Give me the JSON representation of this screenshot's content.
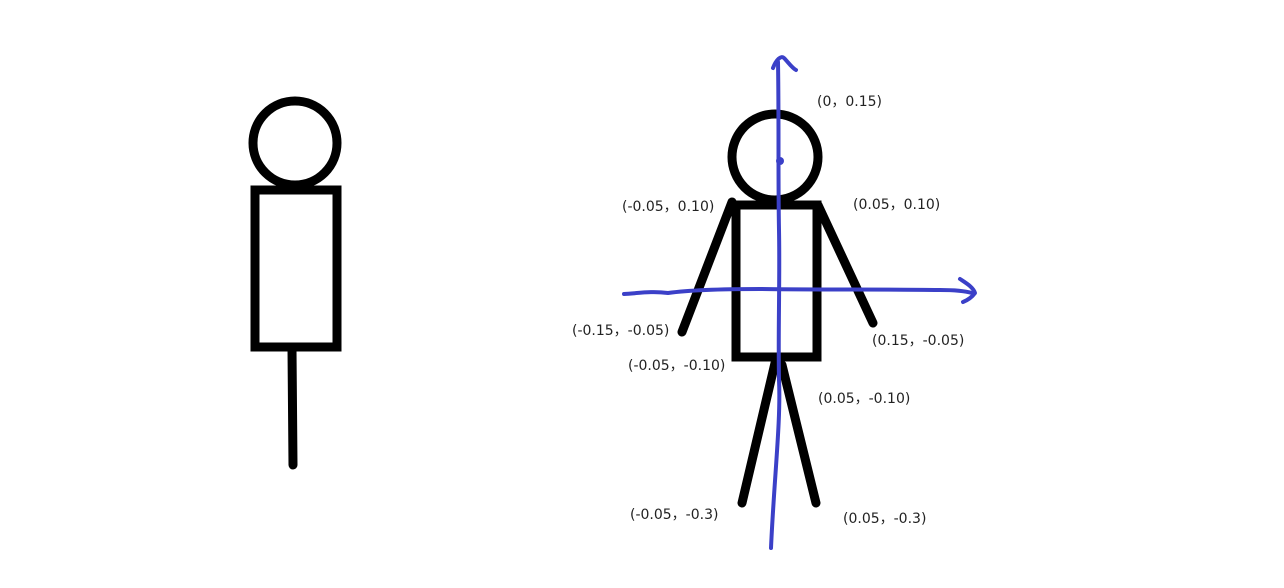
{
  "colors": {
    "figure_stroke": "#000000",
    "axis_stroke": "#3b40c8",
    "label_text": "#222222",
    "background": "#ffffff"
  },
  "labels": {
    "head_top": "(0，0.15)",
    "shoulder_left": "(-0.05，0.10)",
    "shoulder_right": "(0.05，0.10)",
    "hand_left": "(-0.15，-0.05)",
    "hand_right": "(0.15，-0.05)",
    "hip_left": "(-0.05，-0.10)",
    "hip_right": "(0.05，-0.10)",
    "foot_left": "(-0.05，-0.3)",
    "foot_right": "(0.05，-0.3)"
  }
}
